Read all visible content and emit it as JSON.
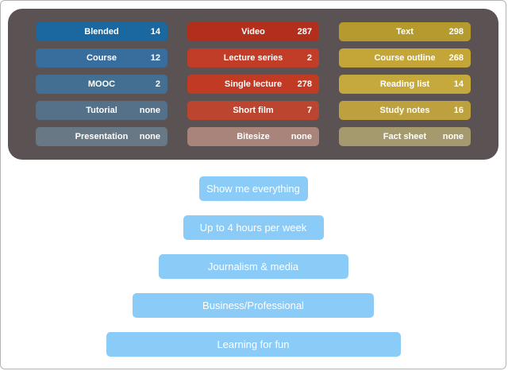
{
  "filter_panel": {
    "bg": "#5b5353",
    "columns": [
      {
        "id": "course-formats",
        "items": [
          {
            "label": "Blended",
            "count": "14",
            "bg": "#1b67a0"
          },
          {
            "label": "Course",
            "count": "12",
            "bg": "#386e9d"
          },
          {
            "label": "MOOC",
            "count": "2",
            "bg": "#437092"
          },
          {
            "label": "Tutorial",
            "count": "none",
            "bg": "#55718a"
          },
          {
            "label": "Presentation",
            "count": "none",
            "bg": "#687884"
          }
        ]
      },
      {
        "id": "video-formats",
        "items": [
          {
            "label": "Video",
            "count": "287",
            "bg": "#b22e1d"
          },
          {
            "label": "Lecture series",
            "count": "2",
            "bg": "#c13d27"
          },
          {
            "label": "Single lecture",
            "count": "278",
            "bg": "#c13a24"
          },
          {
            "label": "Short film",
            "count": "7",
            "bg": "#bc452f"
          },
          {
            "label": "Bitesize",
            "count": "none",
            "bg": "#a8847b"
          }
        ]
      },
      {
        "id": "text-formats",
        "items": [
          {
            "label": "Text",
            "count": "298",
            "bg": "#b59a2e"
          },
          {
            "label": "Course outline",
            "count": "268",
            "bg": "#c3a637"
          },
          {
            "label": "Reading list",
            "count": "14",
            "bg": "#c5a93c"
          },
          {
            "label": "Study notes",
            "count": "16",
            "bg": "#bda13e"
          },
          {
            "label": "Fact sheet",
            "count": "none",
            "bg": "#a59a6d"
          }
        ]
      }
    ]
  },
  "pyramid": {
    "button_color": "#8bcbf7",
    "buttons": [
      {
        "label": "Show me everything"
      },
      {
        "label": "Up to 4 hours per week"
      },
      {
        "label": "Journalism & media"
      },
      {
        "label": "Business/Professional"
      },
      {
        "label": "Learning for fun"
      }
    ]
  }
}
